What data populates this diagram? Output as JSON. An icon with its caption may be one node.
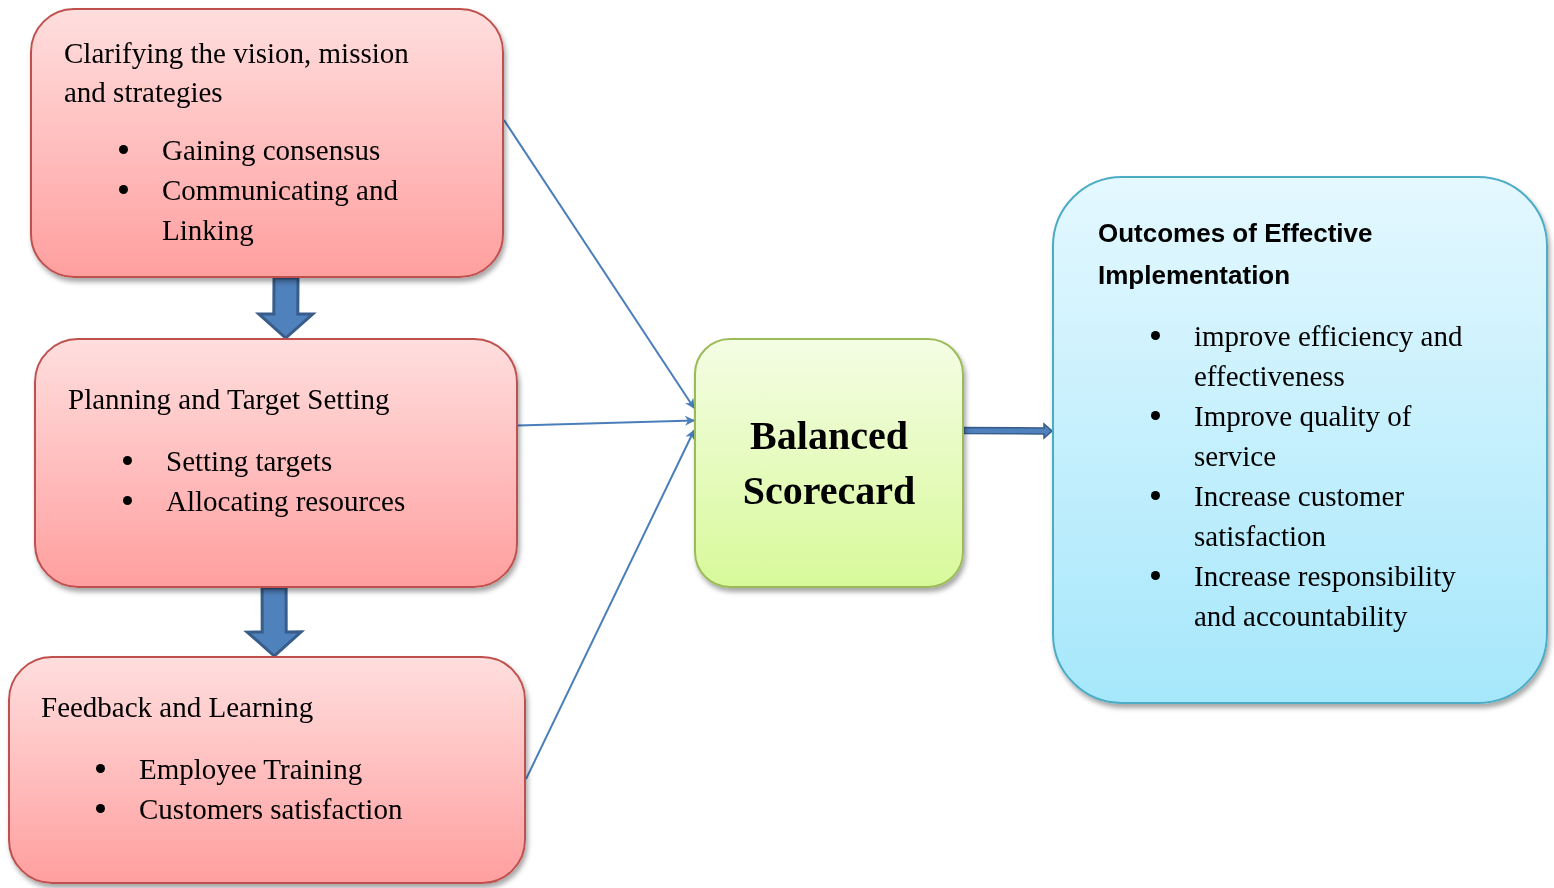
{
  "diagram": {
    "nodes": [
      {
        "text": [
          "Clarifying the vision, mission and strategies",
          "Gaining consensus",
          "Communicating and Linking"
        ]
      },
      {
        "text": [
          "Planning and Target Setting",
          "Setting targets",
          "Allocating resources"
        ]
      },
      {
        "text": [
          "Feedback and Learning",
          "Employee Training",
          "Customers satisfaction"
        ]
      },
      {
        "text": [
          "Balanced Scorecard"
        ]
      },
      {
        "text": [
          "Outcomes of Effective Implementation",
          "improve efficiency and effectiveness",
          "Improve quality of service",
          "Increase customer satisfaction",
          "Increase responsibility and accountability"
        ]
      }
    ],
    "edges": [
      {
        "from": 0,
        "to": 1,
        "arrow": "to",
        "style": "thick"
      },
      {
        "from": 1,
        "to": 2,
        "arrow": "to",
        "style": "thick"
      },
      {
        "from": 0,
        "to": 3,
        "arrow": "to"
      },
      {
        "from": 1,
        "to": 3,
        "arrow": "to"
      },
      {
        "from": 2,
        "to": 3,
        "arrow": "to"
      },
      {
        "from": 3,
        "to": 4,
        "arrow": "to",
        "style": "thick"
      }
    ]
  }
}
